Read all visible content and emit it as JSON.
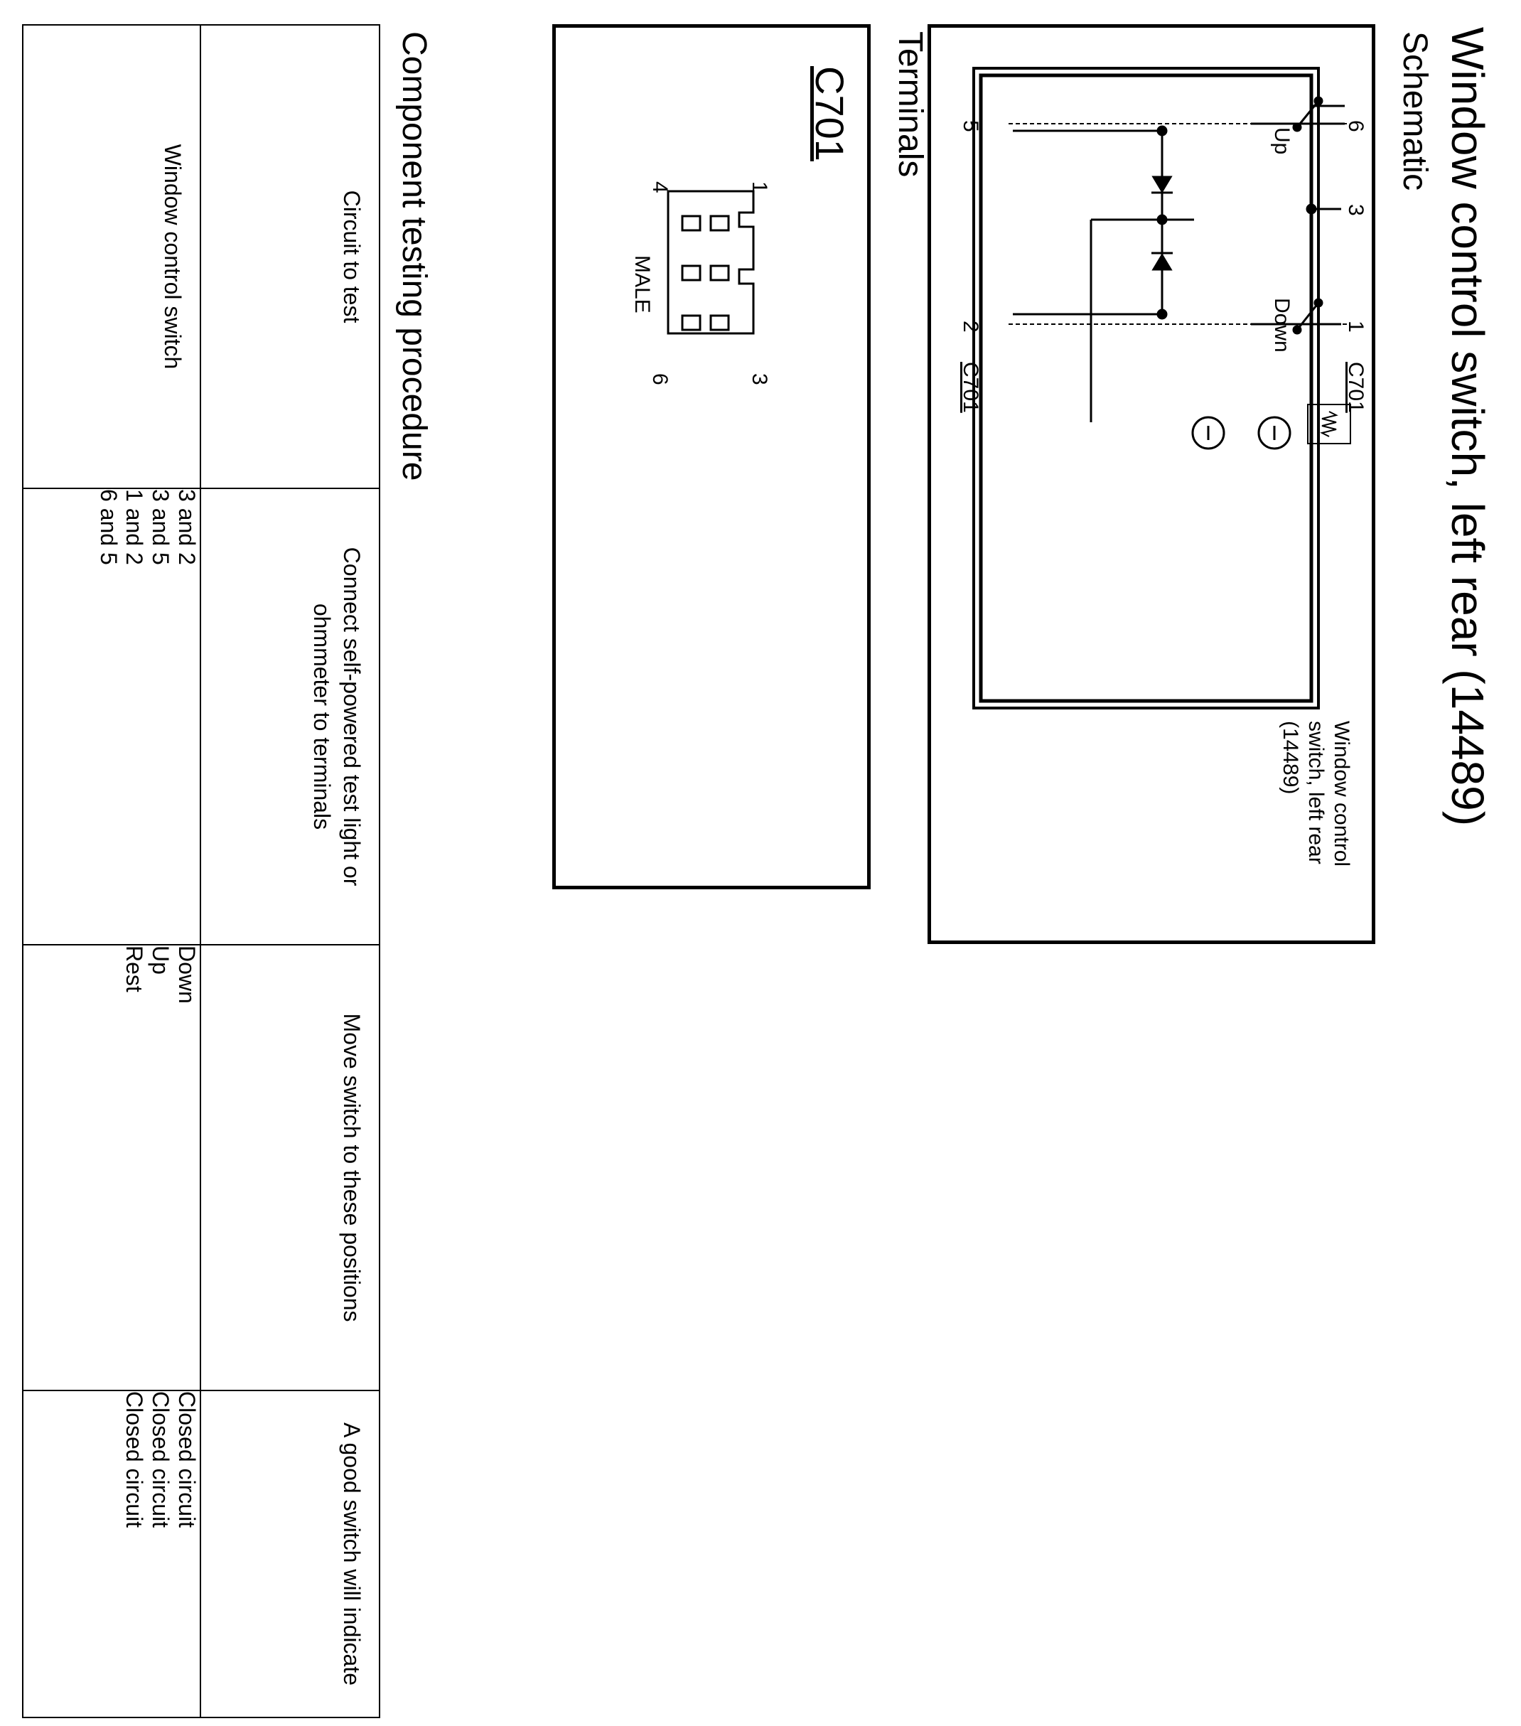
{
  "title": "Window control switch,  left rear (14489)",
  "schematic": {
    "heading": "Schematic",
    "terminals": [
      "6",
      "3",
      "1",
      "5",
      "2"
    ],
    "connector_label": "C701",
    "switch_up": "Up",
    "switch_down": "Down",
    "component_caption": [
      "Window  control",
      "switch, left rear",
      "(14489)"
    ]
  },
  "terminals": {
    "heading": "Terminals",
    "connector_label": "C701",
    "pin_labels": [
      "1",
      "3",
      "4",
      "6"
    ],
    "gender": "MALE"
  },
  "procedure": {
    "heading": "Component  testing  procedure",
    "headers": [
      "Circuit to test",
      "Connect self-powered  test light or ohmmeter to terminals",
      "Move switch to these positions",
      "A good switch will indicate"
    ],
    "component": "Window control switch",
    "rows": [
      {
        "terminals": [
          "3 and 2"
        ],
        "position": "Down",
        "result": "Closed circuit"
      },
      {
        "terminals": [
          "3 and 5"
        ],
        "position": "Up",
        "result": "Closed circuit"
      },
      {
        "terminals": [
          "1 and 2",
          "6 and 5"
        ],
        "position": "Rest",
        "result": "Closed circuit"
      }
    ]
  }
}
